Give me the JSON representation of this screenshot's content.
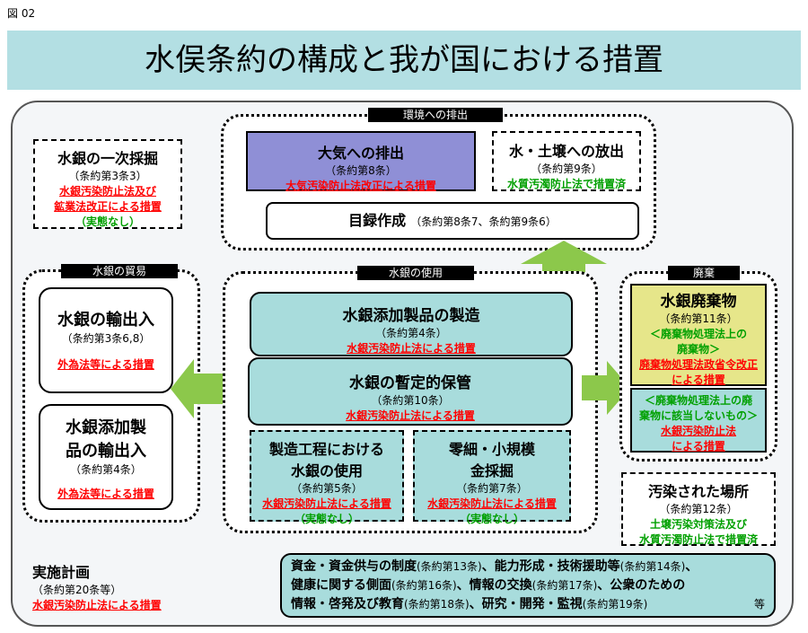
{
  "figure_label": "図 02",
  "title": "水俣条約の構成と我が国における措置",
  "emission": {
    "tag": "環境への排出",
    "air": {
      "title": "大気への排出",
      "article": "（条約第8条）",
      "measure": "大気汚染防止法改正による措置"
    },
    "water": {
      "title": "水・土壌への放出",
      "article": "（条約第9条）",
      "measure": "水質汚濁防止法で措置済"
    },
    "inventory": {
      "title": "目録作成",
      "article": "（条約第8条7、条約第9条6）"
    }
  },
  "primary": {
    "title": "水銀の一次採掘",
    "article": "（条約第3条3）",
    "measure_lines": [
      "水銀汚染防止法及び",
      "鉱業法改正による措置"
    ],
    "note": "（実態なし）"
  },
  "trade": {
    "tag": "水銀の貿易",
    "export": {
      "title": "水銀の輸出入",
      "article": "（条約第3条6,8）",
      "measure": "外為法等による措置"
    },
    "products": {
      "title_lines": [
        "水銀添加製",
        "品の輸出入"
      ],
      "article": "（条約第4条）",
      "measure": "外為法等による措置"
    }
  },
  "use": {
    "tag": "水銀の使用",
    "manufacture": {
      "title": "水銀添加製品の製造",
      "article": "（条約第4条）",
      "measure": "水銀汚染防止法による措置"
    },
    "storage": {
      "title": "水銀の暫定的保管",
      "article": "（条約第10条）",
      "measure": "水銀汚染防止法による措置"
    },
    "process": {
      "title_lines": [
        "製造工程における",
        "水銀の使用"
      ],
      "article": "（条約第5条）",
      "measure": "水銀汚染防止法による措置",
      "note": "（実態なし）"
    },
    "asgm": {
      "title_lines": [
        "零細・小規模",
        "金採掘"
      ],
      "article": "（条約第7条）",
      "measure": "水銀汚染防止法による措置",
      "note": "（実態なし）"
    }
  },
  "waste": {
    "tag": "廃棄",
    "title": "水銀廃棄物",
    "article": "（条約第11条）",
    "green1_lines": [
      "＜廃棄物処理法上の",
      "廃棄物＞"
    ],
    "red1_lines": [
      "廃棄物処理法政省令改正",
      "による措置"
    ],
    "green2_lines": [
      "＜廃棄物処理法上の廃",
      "棄物に該当しないもの＞"
    ],
    "red2_lines": [
      "水銀汚染防止法",
      "による措置"
    ]
  },
  "contaminated": {
    "title": "汚染された場所",
    "article": "（条約第12条）",
    "measure_lines": [
      "土壌汚染対策法及び",
      "水質汚濁防止法で措置済"
    ]
  },
  "plan": {
    "title": "実施計画",
    "article": "（条約第20条等）",
    "measure": "水銀汚染防止法による措置"
  },
  "other": {
    "line1": [
      {
        "b": "資金・資金供与の制度"
      },
      {
        "s": "(条約第13条)"
      },
      {
        "b": "、能力形成・技術援助等"
      },
      {
        "s": "(条約第14条)"
      },
      {
        "b": "、"
      }
    ],
    "line2": [
      {
        "b": "健康に関する側面"
      },
      {
        "s": "(条約第16条)"
      },
      {
        "b": "、情報の交換"
      },
      {
        "s": "(条約第17条)"
      },
      {
        "b": "、公衆のための"
      }
    ],
    "line3": [
      {
        "b": "情報・啓発及び教育"
      },
      {
        "s": "(条約第18条)"
      },
      {
        "b": "、研究・開発・監視"
      },
      {
        "s": "(条約第19条)"
      }
    ],
    "etc": "等"
  },
  "colors": {
    "header_bg": "#b3dfe3",
    "teal": "#a8dcdc",
    "purple": "#8f8fd6",
    "yellow": "#e6e68a",
    "arrow": "#8cc84b",
    "panel": "#f4f6f8"
  }
}
